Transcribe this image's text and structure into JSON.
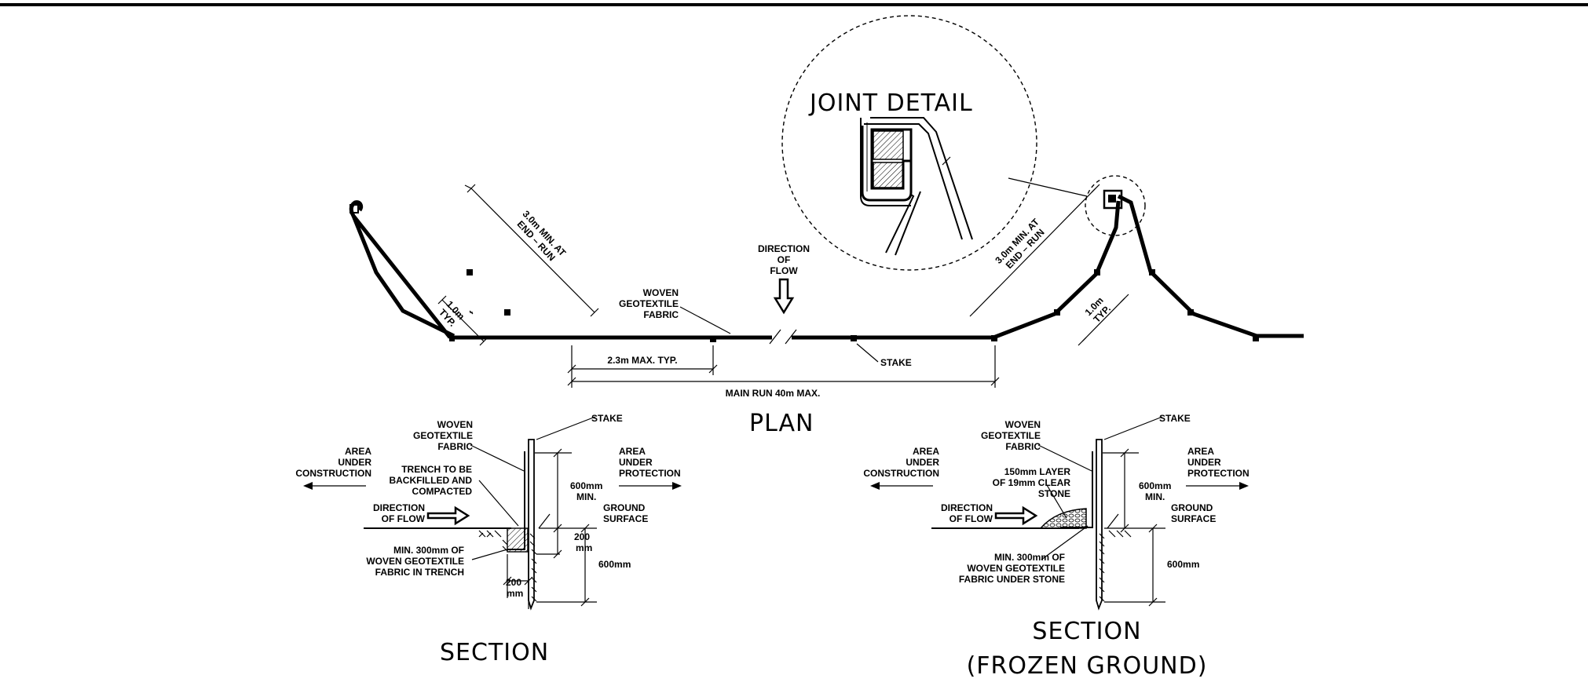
{
  "titles": {
    "plan": "PLAN",
    "joint_detail": "JOINT  DETAIL",
    "section": "SECTION",
    "section_frozen_line1": "SECTION",
    "section_frozen_line2": "(FROZEN  GROUND)"
  },
  "plan": {
    "direction_of_flow": [
      "DIRECTION",
      "OF",
      "FLOW"
    ],
    "woven_fabric": [
      "WOVEN",
      "GEOTEXTILE",
      "FABRIC"
    ],
    "stake": "STAKE",
    "spacing": "2.3m  MAX. TYP.",
    "main_run": "MAIN  RUN  40m  MAX.",
    "end_run_left": [
      "3.0m  MIN. AT",
      "END – RUN"
    ],
    "end_run_right": [
      "3.0m  MIN. AT",
      "END – RUN"
    ],
    "typ_left": [
      "1.0m",
      "TYP."
    ],
    "typ_right": [
      "1.0m",
      "TYP."
    ]
  },
  "section_left": {
    "woven_fabric": [
      "WOVEN",
      "GEOTEXTILE",
      "FABRIC"
    ],
    "stake": "STAKE",
    "area_under_construction": [
      "AREA",
      "UNDER",
      "CONSTRUCTION"
    ],
    "area_under_protection": [
      "AREA",
      "UNDER",
      "PROTECTION"
    ],
    "trench": [
      "TRENCH TO BE",
      "BACKFILLED AND",
      "COMPACTED"
    ],
    "direction_of_flow": [
      "DIRECTION",
      "OF FLOW"
    ],
    "dim_600_min": [
      "600mm",
      "MIN."
    ],
    "ground_surface": [
      "GROUND",
      "SURFACE"
    ],
    "dim_200": [
      "200",
      "mm"
    ],
    "min_300": [
      "MIN. 300mm OF",
      "WOVEN GEOTEXTILE",
      "FABRIC IN TRENCH"
    ],
    "dim_600": "600mm",
    "dim_200_bottom": [
      "200",
      "mm"
    ]
  },
  "section_right": {
    "woven_fabric": [
      "WOVEN",
      "GEOTEXTILE",
      "FABRIC"
    ],
    "stake": "STAKE",
    "area_under_construction": [
      "AREA",
      "UNDER",
      "CONSTRUCTION"
    ],
    "area_under_protection": [
      "AREA",
      "UNDER",
      "PROTECTION"
    ],
    "stone_layer": [
      "150mm LAYER",
      "OF 19mm CLEAR",
      "STONE"
    ],
    "direction_of_flow": [
      "DIRECTION",
      "OF FLOW"
    ],
    "dim_600_min": [
      "600mm",
      "MIN."
    ],
    "ground_surface": [
      "GROUND",
      "SURFACE"
    ],
    "min_300": [
      "MIN. 300mm OF",
      "WOVEN GEOTEXTILE",
      "FABRIC UNDER STONE"
    ],
    "dim_600": "600mm"
  }
}
